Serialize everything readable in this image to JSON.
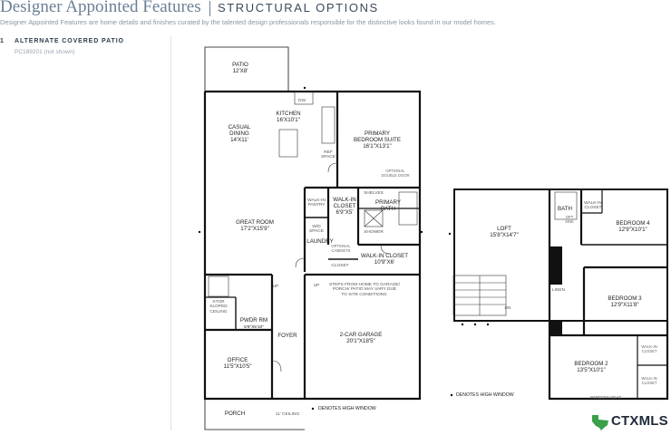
{
  "header": {
    "title": "Designer Appointed Features",
    "subtitle": "STRUCTURAL OPTIONS",
    "description": "Designer Appointed Features are home details and finishes curated by the talented design professionals responsible for the distinctive looks found in our model homes."
  },
  "option": {
    "number": "1",
    "name": "ALTERNATE COVERED PATIO",
    "code": "PC189201 (not shown)"
  },
  "first_floor": {
    "patio": {
      "name": "PATIO",
      "size": "12'X8'"
    },
    "dw": "DW",
    "kitchen": {
      "name": "KITCHEN",
      "size": "16'X10'1\""
    },
    "casual_dining": {
      "name": "CASUAL\nDINING",
      "size": "14'X11'"
    },
    "ref_space": "REF\nSPACE",
    "primary_suite": {
      "name": "PRIMARY\nBEDROOM SUITE",
      "size": "16'1\"X13'1\""
    },
    "optional_door": "OPTIONAL\nDOUBLE DOOR",
    "walk_in_pantry": "WALK-IN\nPANTRY",
    "walk_in_closet_a": {
      "name": "WALK-IN\nCLOSET",
      "size": "6'9\"X5'"
    },
    "shelves": "SHELVES",
    "primary_bath": "PRIMARY\nBATH",
    "great_room": {
      "name": "GREAT ROOM",
      "size": "17'2\"X15'9\""
    },
    "wd_space": "W/D\nSPACE",
    "laundry": "LAUNDRY",
    "optional_cabinets": "OPTIONAL\nCABINETS",
    "shower": "SHOWER",
    "walk_in_closet_b": {
      "name": "WALK-IN CLOSET",
      "size": "10'9\"X6'"
    },
    "closet": "CLOSET",
    "up_a": "UP",
    "up_b": "UP",
    "garage_note": "STEPS FROM HOME TO GARAGE/\nPORCH/ PATIO MAY VARY DUE\nTO SITE CONDITIONS.",
    "stor": "STOR\nSLOPED\nCEILING",
    "pwdr": {
      "name": "PWDR RM",
      "size": "5'6\"X5'10\""
    },
    "foyer": "FOYER",
    "garage": {
      "name": "2-CAR GARAGE",
      "size": "20'1\"X18'5\""
    },
    "office": {
      "name": "OFFICE",
      "size": "11'5\"X10'5\""
    },
    "porch": "PORCH",
    "ceiling": "11' CEILING",
    "high_window_note": "DENOTES HIGH WINDOW"
  },
  "second_floor": {
    "loft": {
      "name": "LOFT",
      "size": "15'8\"X14'7\""
    },
    "bath": "BATH",
    "opt_sink": "OPT\nSINK",
    "walk_in_closet_top": "WALK-IN\nCLOSET",
    "bedroom4": {
      "name": "BEDROOM 4",
      "size": "12'9\"X10'1\""
    },
    "linen": "LINEN",
    "bedroom3": {
      "name": "BEDROOM 3",
      "size": "12'9\"X11'8\""
    },
    "dn": "DN",
    "walk_in_closet_mid": "WALK-IN\nCLOSET",
    "bedroom2": {
      "name": "BEDROOM 2",
      "size": "13'5\"X10'1\""
    },
    "walk_in_closet_bot": "WALK-IN\nCLOSET",
    "window_seat": "WINDOW SEAT",
    "high_window_note": "DENOTES HIGH WINDOW"
  },
  "branding": {
    "logo_text": "CTXMLS",
    "logo_color": "#3aa04a"
  }
}
